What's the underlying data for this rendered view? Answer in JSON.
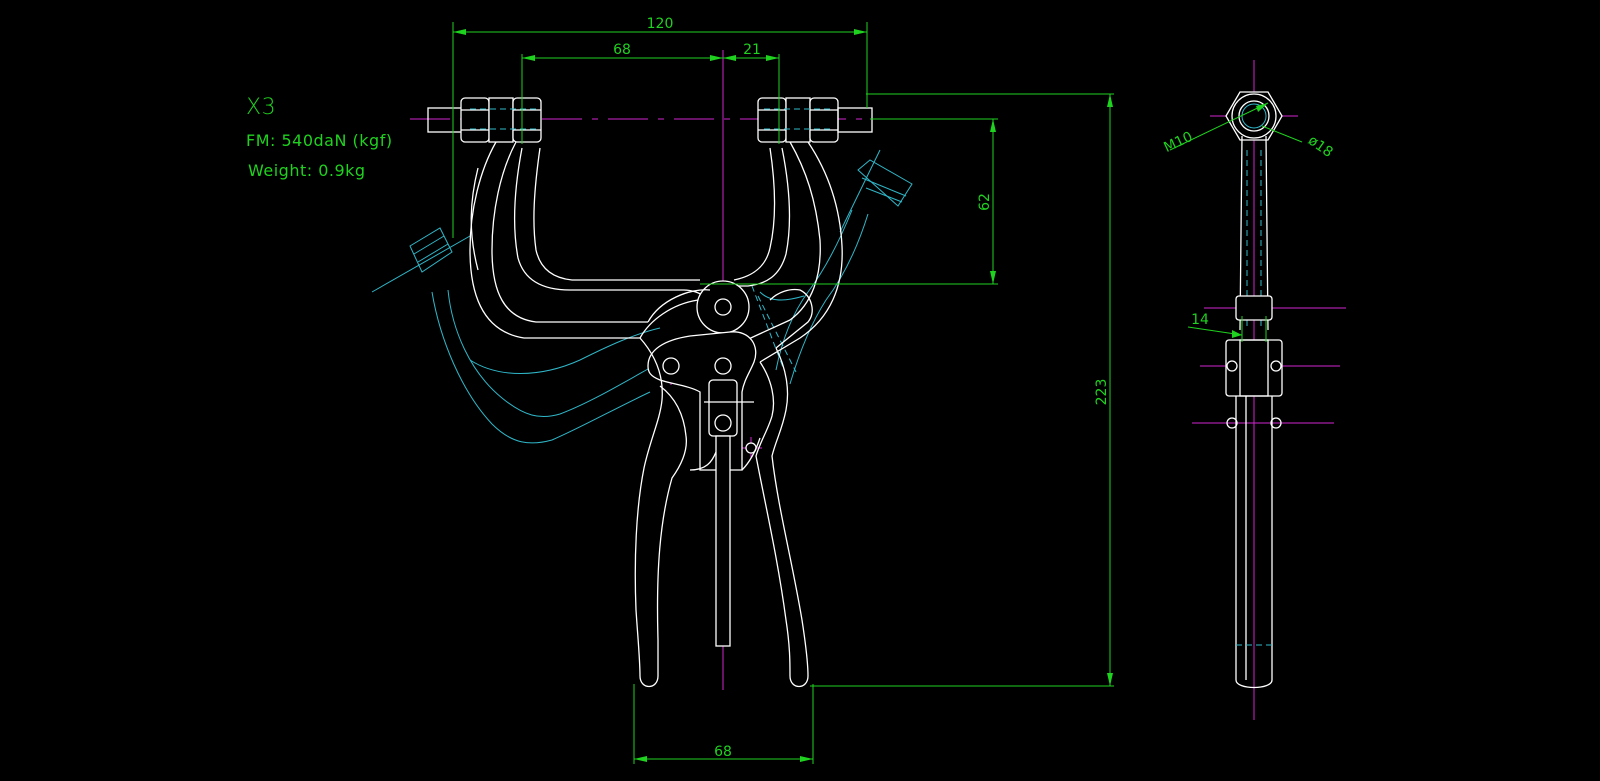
{
  "notes": {
    "model": "X3",
    "force": "FM: 540daN (kgf)",
    "weight": "Weight: 0.9kg"
  },
  "dimensions": {
    "top_overall": "120",
    "top_left": "68",
    "top_right": "21",
    "jaw_depth": "62",
    "overall_height": "223",
    "bottom_width": "68",
    "side_thickness": "14",
    "thread": "M10",
    "diameter": "ø18"
  },
  "colors": {
    "background": "#000000",
    "outline": "#ffffff",
    "hidden_alt_position": "#2fb7c9",
    "centerlines": "#d025d0",
    "dimensions": "#1fd21f"
  }
}
